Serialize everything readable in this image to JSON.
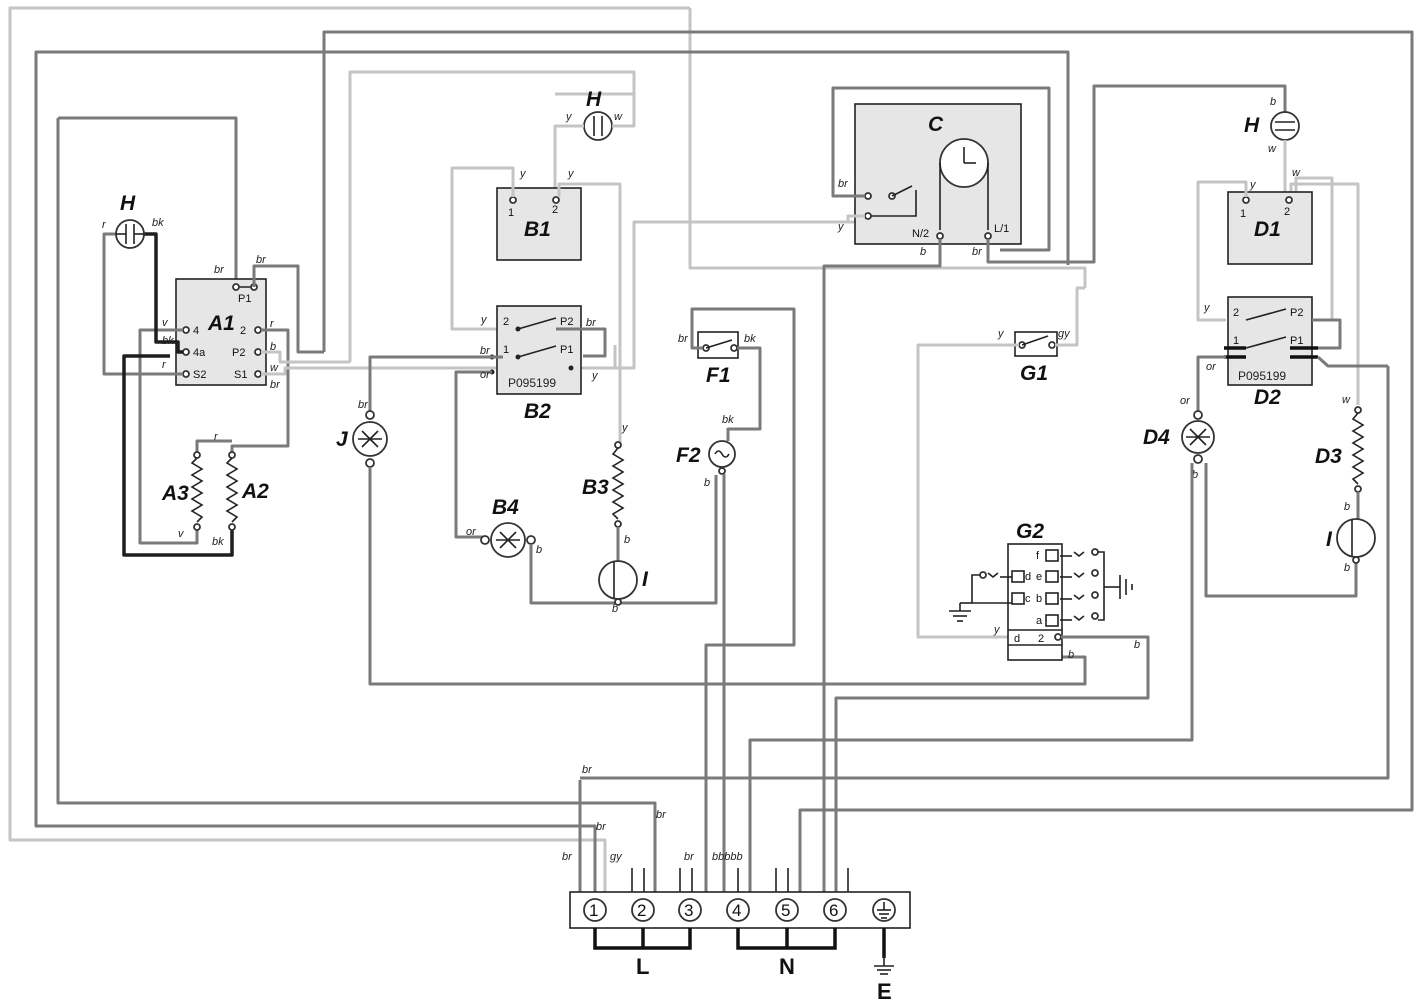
{
  "components": {
    "A1": "A1",
    "A2": "A2",
    "A3": "A3",
    "B1": "B1",
    "B2": "B2",
    "B3": "B3",
    "B4": "B4",
    "C": "C",
    "D1": "D1",
    "D2": "D2",
    "D3": "D3",
    "D4": "D4",
    "F1": "F1",
    "F2": "F2",
    "G1": "G1",
    "G2": "G2",
    "H": "H",
    "I": "I",
    "J": "J"
  },
  "part_codes": {
    "b2": "P095199",
    "d2": "P095199"
  },
  "pins": {
    "a1": [
      "P1",
      "4",
      "4a",
      "S2",
      "2",
      "P2",
      "S1"
    ],
    "b1": [
      "1",
      "2"
    ],
    "b2": [
      "2",
      "1",
      "P2",
      "P1"
    ],
    "c": [
      "N/2",
      "L/1"
    ],
    "d1": [
      "1",
      "2"
    ],
    "d2": [
      "2",
      "1",
      "P2",
      "P1"
    ],
    "g2": [
      "f",
      "e",
      "b",
      "a",
      "d",
      "c",
      "d",
      "2"
    ]
  },
  "wire_colors": {
    "br": "br",
    "bk": "bk",
    "r": "r",
    "v": "v",
    "w": "w",
    "y": "y",
    "b": "b",
    "or": "or",
    "gy": "gy",
    "bbbbb": "bbbbb"
  },
  "terminal": {
    "numbers": [
      "1",
      "2",
      "3",
      "4",
      "5",
      "6"
    ],
    "groups": {
      "line": "L",
      "neutral": "N",
      "earth": "E"
    }
  },
  "icons": [
    "capacitor-icon",
    "motor-icon",
    "lamp-icon",
    "resistor-icon",
    "switch-icon",
    "earth-icon",
    "timer-clock-icon"
  ],
  "colors": {
    "wire_dark": "#7a7a7a",
    "wire_light": "#c4c4c4",
    "wire_black": "#1e1e1e",
    "box_fill": "#e6e6e6"
  }
}
